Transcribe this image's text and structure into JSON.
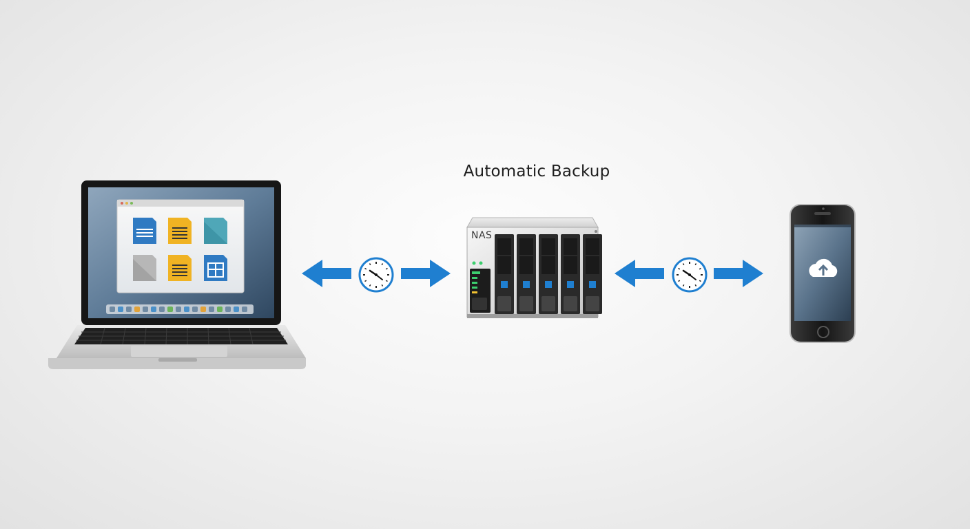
{
  "diagram": {
    "title": "Automatic Backup",
    "nas_label": "NAS",
    "accent_color": "#1f7fd0",
    "nodes": [
      {
        "id": "laptop",
        "icon": "laptop-icon"
      },
      {
        "id": "nas",
        "icon": "nas-server-icon"
      },
      {
        "id": "phone",
        "icon": "smartphone-icon"
      }
    ],
    "links": [
      {
        "from": "laptop",
        "to": "nas",
        "direction": "bidirectional",
        "icon": "clock-icon"
      },
      {
        "from": "nas",
        "to": "phone",
        "direction": "bidirectional",
        "icon": "clock-icon"
      }
    ]
  }
}
